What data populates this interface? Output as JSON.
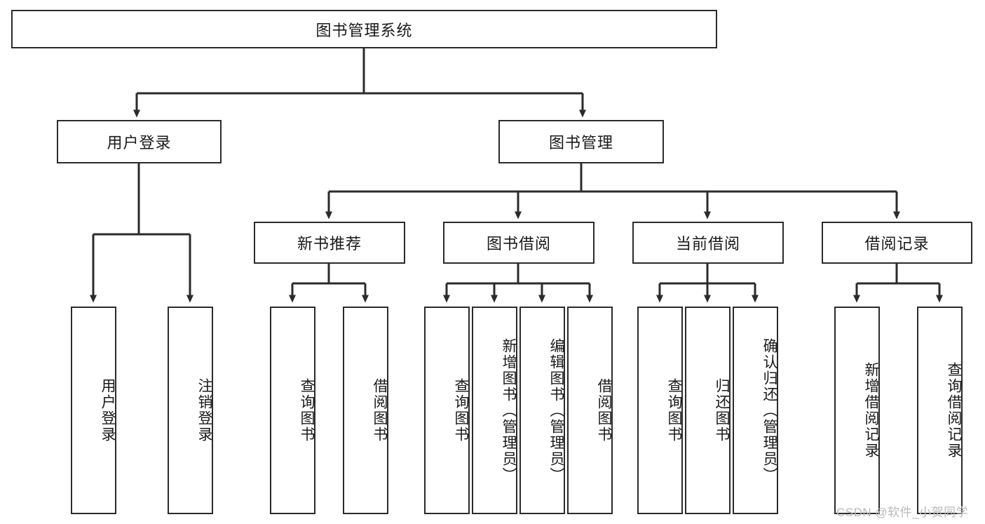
{
  "diagram": {
    "title": "图书管理系统",
    "type": "tree",
    "orientation": "top-down",
    "colors": {
      "box_border": "#2b2b2b",
      "box_fill": "#ffffff",
      "connector": "#2b2b2b",
      "text": "#1a1a1a",
      "watermark": "#b9b9b9"
    },
    "root": {
      "label": "图书管理系统"
    },
    "level2": [
      {
        "label": "用户登录"
      },
      {
        "label": "图书管理"
      }
    ],
    "level3": [
      {
        "label": "新书推荐"
      },
      {
        "label": "图书借阅"
      },
      {
        "label": "当前借阅"
      },
      {
        "label": "借阅记录"
      }
    ],
    "leaves": {
      "user_login": [
        {
          "label": "用户登录"
        },
        {
          "label": "注销登录"
        }
      ],
      "new_book_recommend": [
        {
          "label": "查询图书"
        },
        {
          "label": "借阅图书"
        }
      ],
      "book_borrow": [
        {
          "label": "查询图书"
        },
        {
          "label": "新增图书（管理员）"
        },
        {
          "label": "编辑图书（管理员）"
        },
        {
          "label": "借阅图书"
        }
      ],
      "current_borrow": [
        {
          "label": "查询图书"
        },
        {
          "label": "归还图书"
        },
        {
          "label": "确认归还（管理员）"
        }
      ],
      "borrow_record": [
        {
          "label": "新增借阅记录"
        },
        {
          "label": "查询借阅记录"
        }
      ]
    },
    "watermark": "CSDN @软件_小贺同学"
  }
}
